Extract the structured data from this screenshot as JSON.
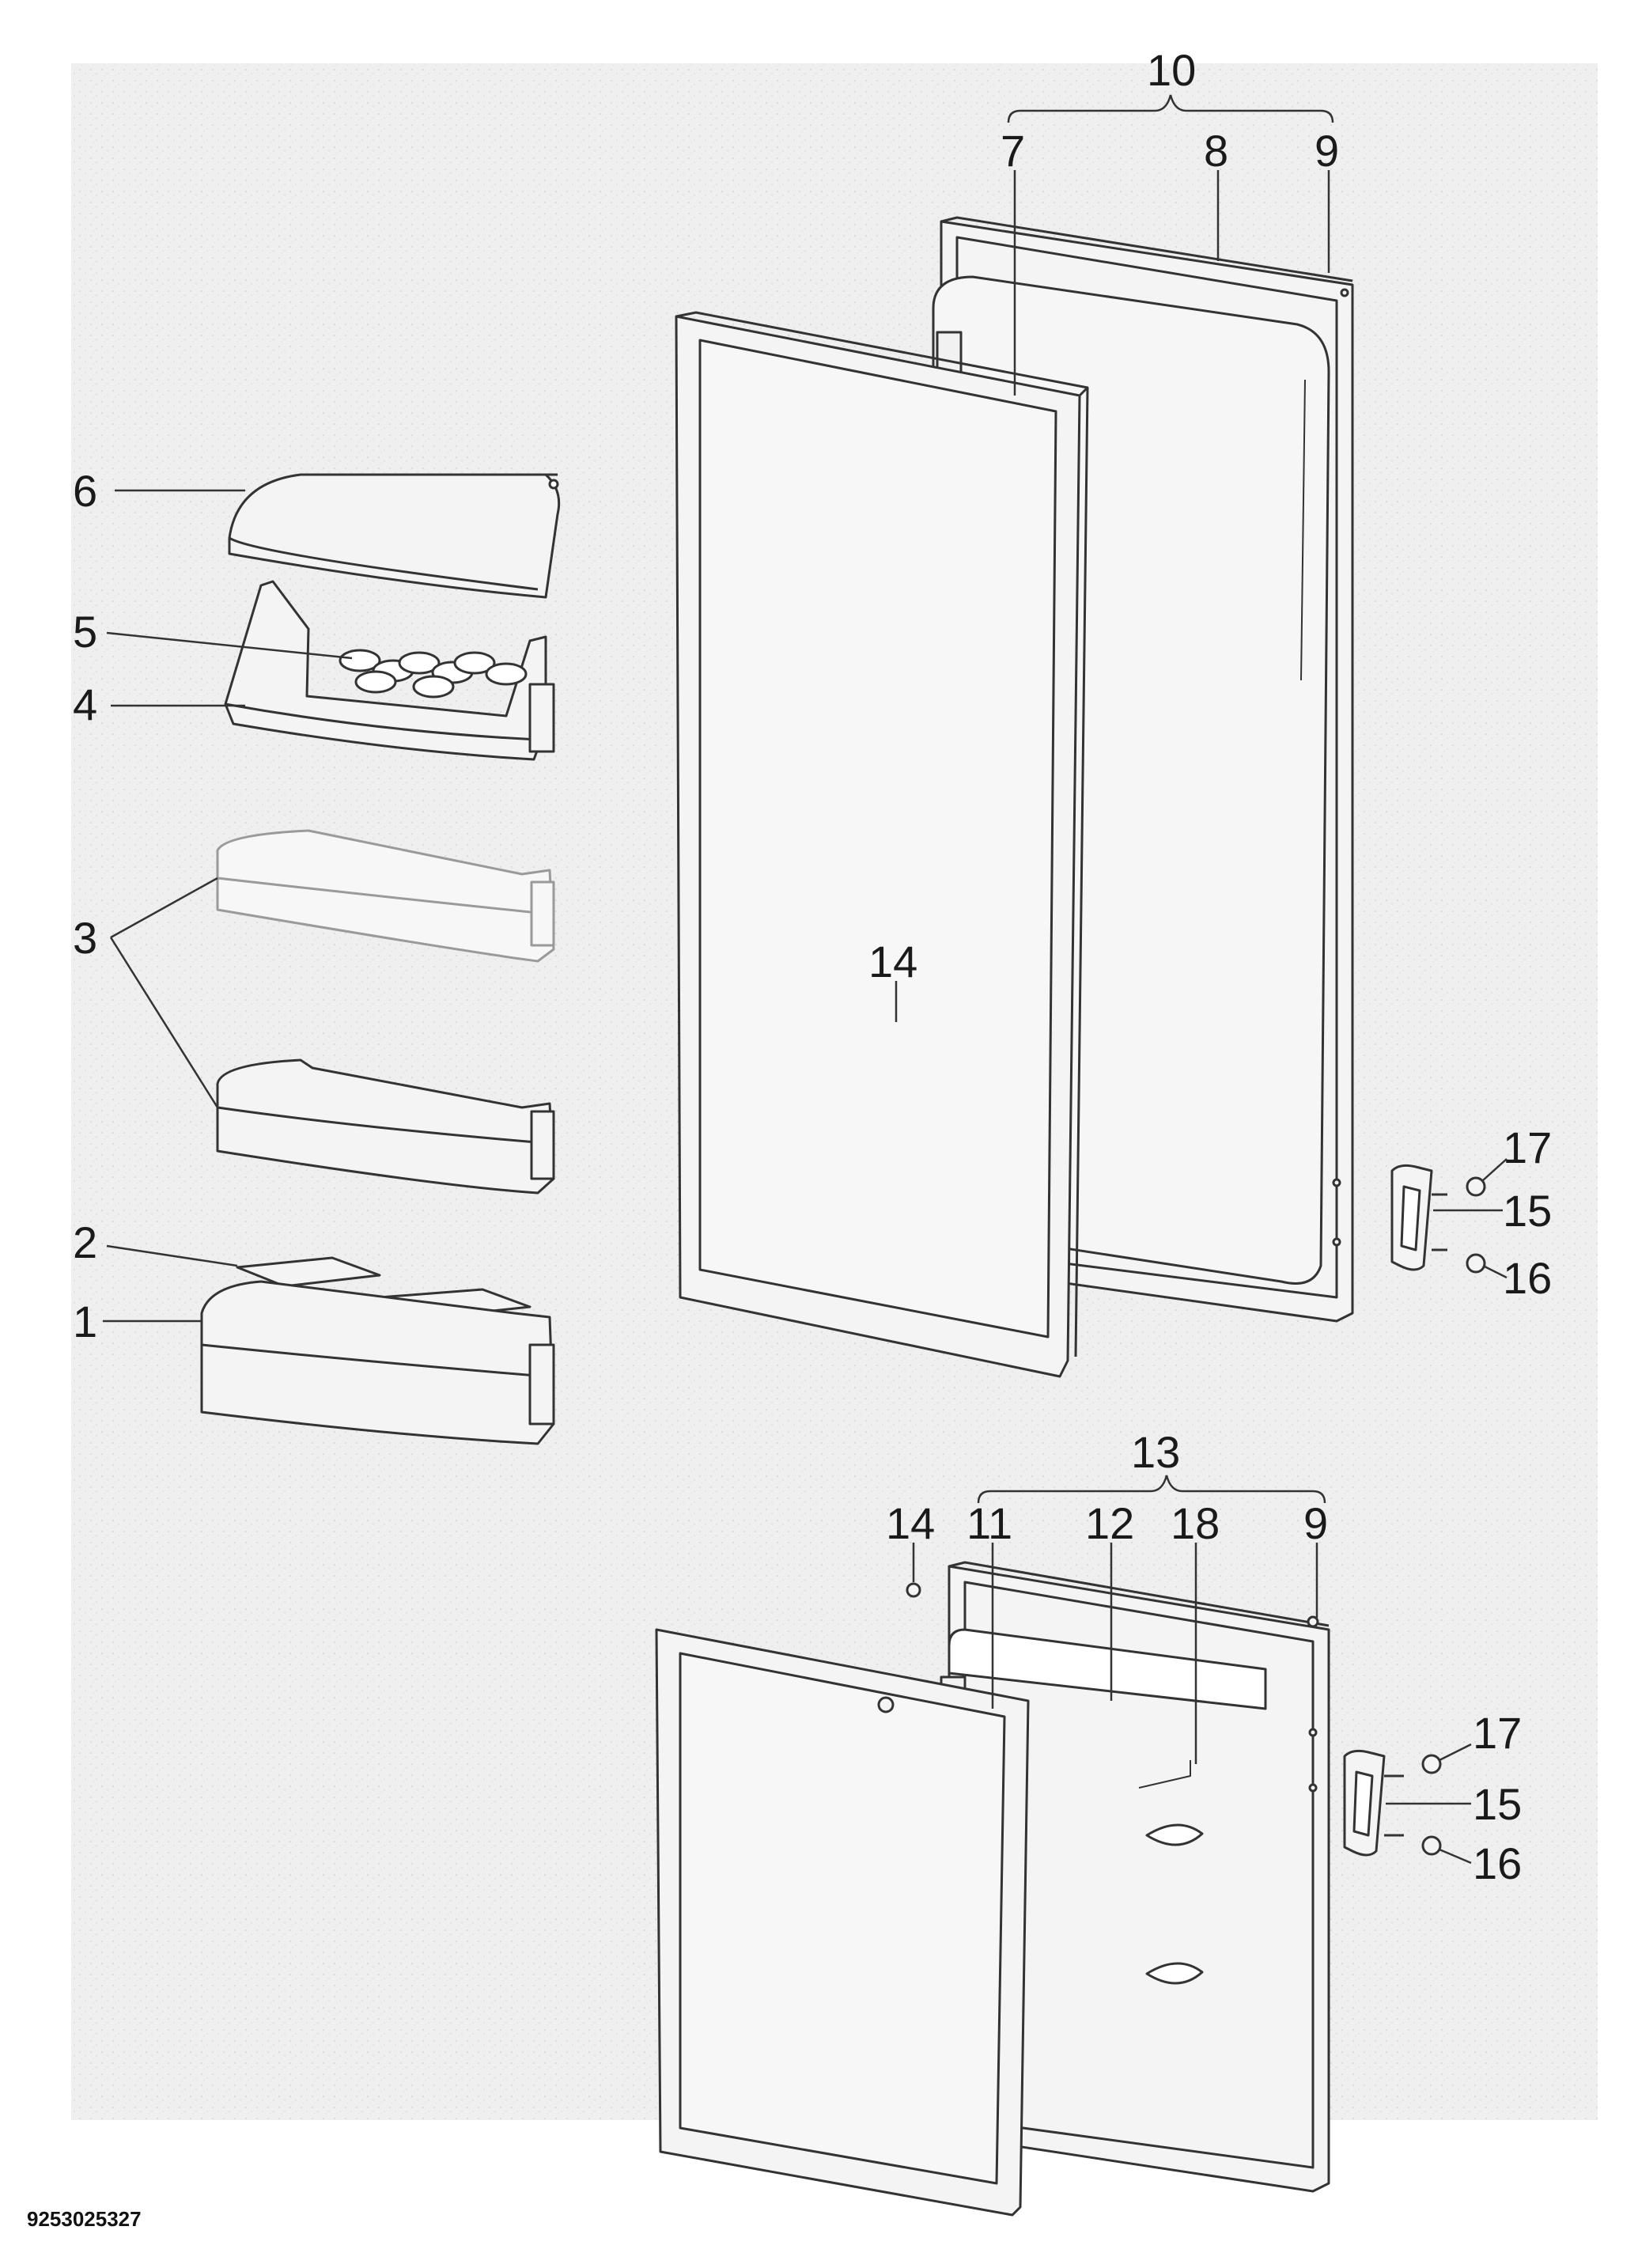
{
  "diagram": {
    "type": "exploded-parts-diagram",
    "background_color": "#efefef",
    "line_color": "#333333",
    "part_fill": "#f4f4f4",
    "callouts": [
      {
        "id": "c1",
        "label": "1"
      },
      {
        "id": "c2",
        "label": "2"
      },
      {
        "id": "c3",
        "label": "3"
      },
      {
        "id": "c4",
        "label": "4"
      },
      {
        "id": "c5",
        "label": "5"
      },
      {
        "id": "c6",
        "label": "6"
      },
      {
        "id": "c7",
        "label": "7"
      },
      {
        "id": "c8",
        "label": "8"
      },
      {
        "id": "c9a",
        "label": "9"
      },
      {
        "id": "c10",
        "label": "10"
      },
      {
        "id": "c14a",
        "label": "14"
      },
      {
        "id": "c17a",
        "label": "17"
      },
      {
        "id": "c15a",
        "label": "15"
      },
      {
        "id": "c16a",
        "label": "16"
      },
      {
        "id": "c13",
        "label": "13"
      },
      {
        "id": "c14b",
        "label": "14"
      },
      {
        "id": "c11",
        "label": "11"
      },
      {
        "id": "c12",
        "label": "12"
      },
      {
        "id": "c18",
        "label": "18"
      },
      {
        "id": "c9b",
        "label": "9"
      },
      {
        "id": "c17b",
        "label": "17"
      },
      {
        "id": "c15b",
        "label": "15"
      },
      {
        "id": "c16b",
        "label": "16"
      }
    ]
  },
  "document_id": "9253025327"
}
